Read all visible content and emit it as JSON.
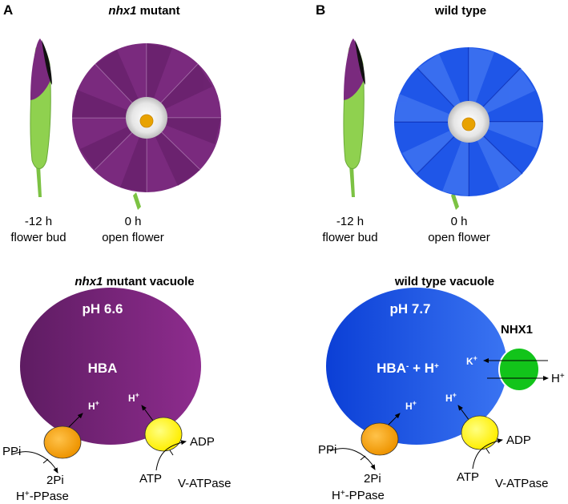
{
  "panels": {
    "a": {
      "letter": "A",
      "title_italic": "nhx1",
      "title_rest": " mutant",
      "bud_time": "-12 h",
      "bud_label": "flower bud",
      "flower_time": "0 h",
      "flower_label": "open flower",
      "vacuole_title_italic": "nhx1",
      "vacuole_title_rest": " mutant vacuole",
      "ph": "pH 6.6",
      "compound": "HBA",
      "hplus_left": "H",
      "hplus_right": "H",
      "ppi": "PPi",
      "pi2": "2Pi",
      "ppase": "H+-PPase",
      "atp": "ATP",
      "adp": "ADP",
      "vatpase": "V-ATPase"
    },
    "b": {
      "letter": "B",
      "title": "wild type",
      "bud_time": "-12 h",
      "bud_label": "flower bud",
      "flower_time": "0 h",
      "flower_label": "open flower",
      "vacuole_title": "wild type vacuole",
      "ph": "pH 7.7",
      "compound": "HBA- + H+",
      "nhx1": "NHX1",
      "kplus": "K",
      "hplus_out": "H",
      "hplus_left": "H",
      "hplus_right": "H",
      "ppi": "PPi",
      "pi2": "2Pi",
      "ppase": "H+-PPase",
      "atp": "ATP",
      "adp": "ADP",
      "vatpase": "V-ATPase"
    }
  },
  "colors": {
    "mutant_purple": "#7a2a7e",
    "mutant_dark": "#5e1c62",
    "wildtype_blue": "#1f56e8",
    "wildtype_dark": "#0d3fd0",
    "bud_green": "#8fd14f",
    "ppase_orange": "#f5a50c",
    "vatpase_yellow": "#ffff10",
    "nhx1_green": "#12c41a",
    "flower_center": "#e8a200"
  }
}
